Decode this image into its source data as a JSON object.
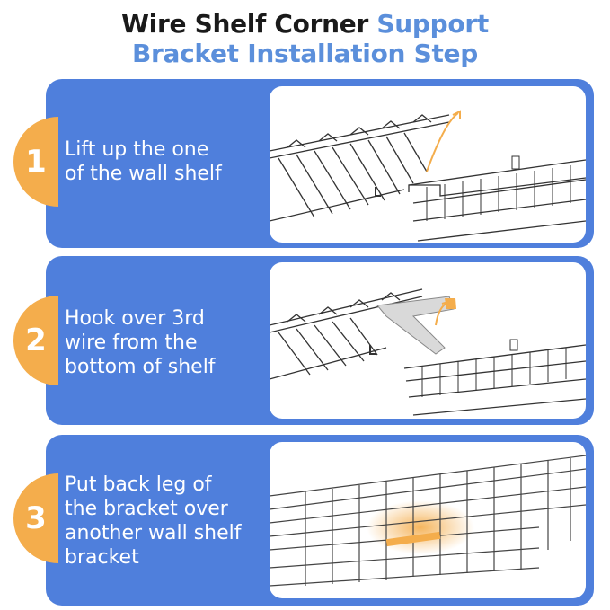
{
  "title": {
    "part1": "Wire Shelf Corner",
    "part2": "Support",
    "part3": "Bracket Installation Step"
  },
  "colors": {
    "panel": "#4f7fdc",
    "badge": "#f4ad4c",
    "title_dark": "#1a1a1a",
    "title_blue": "#5b8fdb"
  },
  "steps": [
    {
      "number": "1",
      "lines": [
        "Lift up the one",
        "of the wall shelf"
      ],
      "image": "wire-shelf-lift-illustration"
    },
    {
      "number": "2",
      "lines": [
        "Hook over 3rd",
        "wire from the",
        "bottom of shelf"
      ],
      "image": "bracket-hook-illustration"
    },
    {
      "number": "3",
      "lines": [
        "Put back leg of",
        "the bracket over",
        "another wall shelf",
        "bracket"
      ],
      "image": "corner-joint-illustration"
    }
  ]
}
